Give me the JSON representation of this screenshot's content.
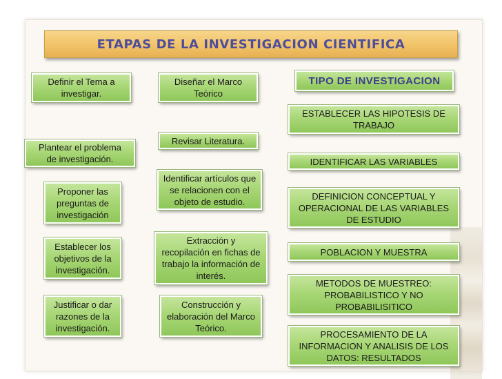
{
  "title": "ETAPAS DE LA INVESTIGACION CIENTIFICA",
  "left_column": [
    "Definir el Tema a\ninvestigar.",
    "Plantear el problema\nde investigación.",
    "Proponer las\npreguntas de\ninvestigación",
    "Establecer los\nobjetivos de la\ninvestigación.",
    "Justificar o dar\nrazones de la\ninvestigación."
  ],
  "middle_column": [
    "Diseñar el Marco\nTeórico",
    "Revisar Literatura.",
    "Identificar artículos que\nse relacionen con el\nobjeto de estudio.",
    "Extracción y\nrecopilación en fichas de\ntrabajo la información de\ninterés.",
    "Construcción y\nelaboración del Marco\nTeórico."
  ],
  "right_column": {
    "header": "TIPO DE INVESTIGACION",
    "items": [
      "ESTABLECER LAS HIPOTESIS DE\nTRABAJO",
      "IDENTIFICAR LAS VARIABLES",
      "DEFINICION CONCEPTUAL Y\nOPERACIONAL DE LAS VARIABLES\nDE ESTUDIO",
      "POBLACION Y MUESTRA",
      "METODOS DE MUESTREO:\nPROBABILISTICO Y NO\nPROBABILISITICO",
      "PROCESAMIENTO DE LA\nINFORMACION Y ANALISIS DE LOS\nDATOS: RESULTADOS"
    ]
  },
  "colors": {
    "box_green": "#a9d777",
    "title_orange": "#f2c368",
    "title_text": "#4d4d9c"
  }
}
